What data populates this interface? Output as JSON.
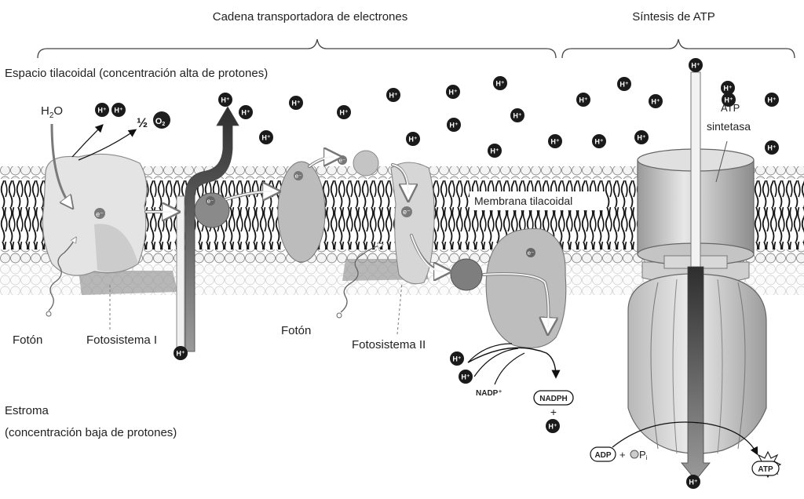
{
  "headers": {
    "electron_chain": "Cadena transportadora de electrones",
    "atp_synthesis": "Síntesis de ATP"
  },
  "labels": {
    "lumen": "Espacio tilacoidal (concentración alta de protones)",
    "stroma_line1": "Estroma",
    "stroma_line2": "(concentración baja de protones)",
    "water_h": "H",
    "water_sub": "2",
    "water_o": "O",
    "half": "½",
    "oxygen": "O",
    "oxygen_sub": "2",
    "photon_left": "Fotón",
    "photon_mid": "Fotón",
    "photosystem_1": "Fotosistema I",
    "photosystem_2": "Fotosistema II",
    "membrane": "Membrana tilacoidal",
    "atp_synthase_line1": "ATP",
    "atp_synthase_line2": "sintetasa",
    "nadp_plus": "NADP⁺",
    "nadph": "NADPH",
    "plus1": "+",
    "adp": "ADP",
    "plus2": "+",
    "pi": "P",
    "pi_sub": "i",
    "atp": "ATP"
  },
  "symbols": {
    "proton": "H⁺",
    "electron": "e⁻"
  }
}
